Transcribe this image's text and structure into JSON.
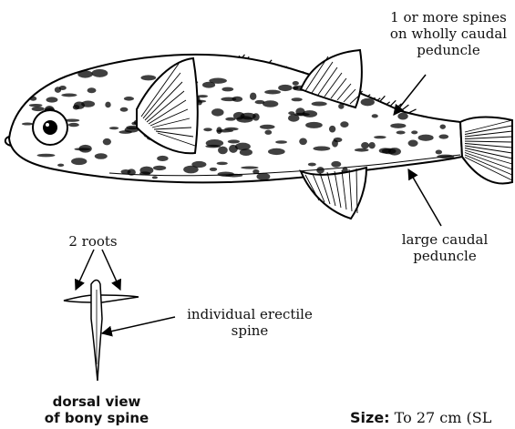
{
  "labels": {
    "caudal_spines": [
      "1 or more spines",
      "on wholly caudal",
      "peduncle"
    ],
    "caudal_peduncle": [
      "large caudal",
      "peduncle"
    ],
    "roots": "2 roots",
    "erectile_spine": [
      "individual erectile",
      "spine"
    ],
    "dorsal_view": [
      "dorsal view",
      "of bony spine"
    ]
  },
  "size": {
    "label": "Size:",
    "value": "To 27 cm (SL"
  }
}
